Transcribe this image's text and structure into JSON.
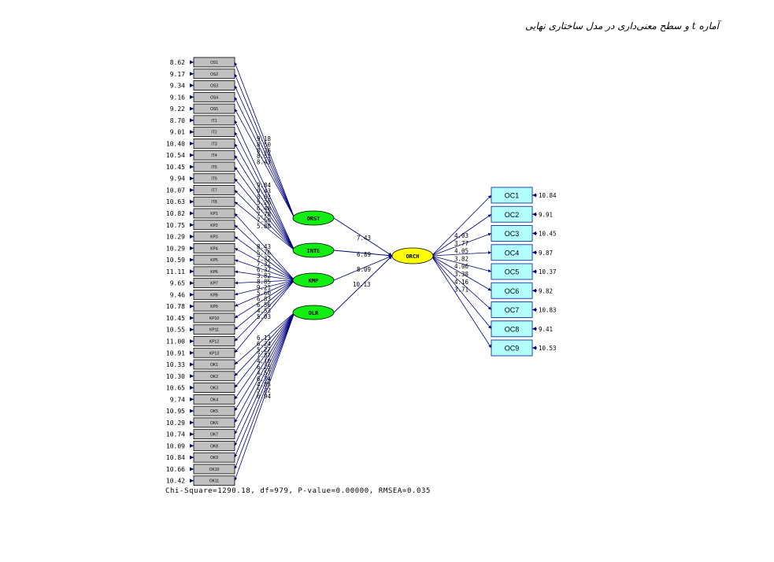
{
  "title": "آماره t و سطح معنی‌داری در مدل ساختاری نهایی",
  "indicators": [
    {
      "name": "OS1",
      "err": "8.62"
    },
    {
      "name": "OS2",
      "err": "9.17"
    },
    {
      "name": "OS3",
      "err": "9.34"
    },
    {
      "name": "OS4",
      "err": "9.16"
    },
    {
      "name": "OS5",
      "err": "9.22"
    },
    {
      "name": "IT1",
      "err": "8.70"
    },
    {
      "name": "IT2",
      "err": "9.01"
    },
    {
      "name": "IT3",
      "err": "10.40"
    },
    {
      "name": "IT4",
      "err": "10.54"
    },
    {
      "name": "IT5",
      "err": "10.45"
    },
    {
      "name": "IT6",
      "err": "9.94"
    },
    {
      "name": "IT7",
      "err": "10.07"
    },
    {
      "name": "IT8",
      "err": "10.63"
    },
    {
      "name": "KP1",
      "err": "10.82"
    },
    {
      "name": "KP2",
      "err": "10.75"
    },
    {
      "name": "KP3",
      "err": "10.29"
    },
    {
      "name": "KP4",
      "err": "10.29"
    },
    {
      "name": "KP5",
      "err": "10.59"
    },
    {
      "name": "KP6",
      "err": "11.11"
    },
    {
      "name": "KP7",
      "err": "9.65"
    },
    {
      "name": "KP8",
      "err": "9.46"
    },
    {
      "name": "KP9",
      "err": "10.78"
    },
    {
      "name": "KP10",
      "err": "10.45"
    },
    {
      "name": "KP11",
      "err": "10.55"
    },
    {
      "name": "KP12",
      "err": "11.00"
    },
    {
      "name": "KP13",
      "err": "10.91"
    },
    {
      "name": "OK1",
      "err": "10.33"
    },
    {
      "name": "OK2",
      "err": "10.30"
    },
    {
      "name": "OK3",
      "err": "10.65"
    },
    {
      "name": "OK4",
      "err": "9.74"
    },
    {
      "name": "OK5",
      "err": "10.95"
    },
    {
      "name": "OK6",
      "err": "10.29"
    },
    {
      "name": "OK7",
      "err": "10.74"
    },
    {
      "name": "OK8",
      "err": "10.09"
    },
    {
      "name": "OK9",
      "err": "10.84"
    },
    {
      "name": "OK10",
      "err": "10.66"
    },
    {
      "name": "OK11",
      "err": "10.42"
    }
  ],
  "latents": [
    {
      "name": "ORST",
      "group": [
        0,
        4
      ],
      "loadings": [
        "9.18",
        "8.50",
        "8.26",
        "8.51",
        "8.43"
      ]
    },
    {
      "name": "INTE",
      "group": [
        5,
        12
      ],
      "loadings": [
        "9.84",
        "9.43",
        "8.63",
        "5.20",
        "6.48",
        "7.78",
        "7.50",
        "5.88"
      ]
    },
    {
      "name": "KMP",
      "group": [
        13,
        25
      ],
      "loadings": [
        "8.43",
        "5.76",
        "7.32",
        "7.32",
        "6.37",
        "3.82",
        "8.85",
        "9.21",
        "5.60",
        "6.83",
        "6.56",
        "4.53",
        "5.03"
      ]
    },
    {
      "name": "OLR",
      "group": [
        26,
        36
      ],
      "loadings": [
        "6.13",
        "6.24",
        "5.27",
        "7.87",
        "4.10",
        "6.25",
        "4.57",
        "6.74",
        "4.85",
        "5.22",
        "6.94"
      ]
    }
  ],
  "paths_to_orch": [
    "7.43",
    "6.89",
    "8.09",
    "10.13"
  ],
  "outcome": {
    "name": "ORCH"
  },
  "outcome_indicators": [
    {
      "name": "OC1",
      "loading": "4.03",
      "err": "10.84"
    },
    {
      "name": "OC2",
      "loading": "3.77",
      "err": "9.91"
    },
    {
      "name": "OC3",
      "loading": "4.05",
      "err": "10.45"
    },
    {
      "name": "OC4",
      "loading": "3.82",
      "err": "9.87"
    },
    {
      "name": "OC5",
      "loading": "4.06",
      "err": "10.37"
    },
    {
      "name": "OC6",
      "loading": "3.38",
      "err": "9.82"
    },
    {
      "name": "OC7",
      "loading": "4.16",
      "err": "10.83"
    },
    {
      "name": "OC8",
      "loading": "3.71",
      "err": "9.41"
    },
    {
      "name": "OC9",
      "loading": "",
      "err": "10.53"
    }
  ],
  "fit_stats": "Chi-Square=1290.18, df=979, P-value=0.00000, RMSEA=0.035",
  "colors": {
    "latent": "#11ee11",
    "outcome_latent": "#ffff00",
    "indicator_box": "#c0c0c0",
    "outcome_box": "#b3ffff",
    "outcome_box_border": "#2244aa",
    "arrow": "#000080",
    "text": "#000000"
  }
}
